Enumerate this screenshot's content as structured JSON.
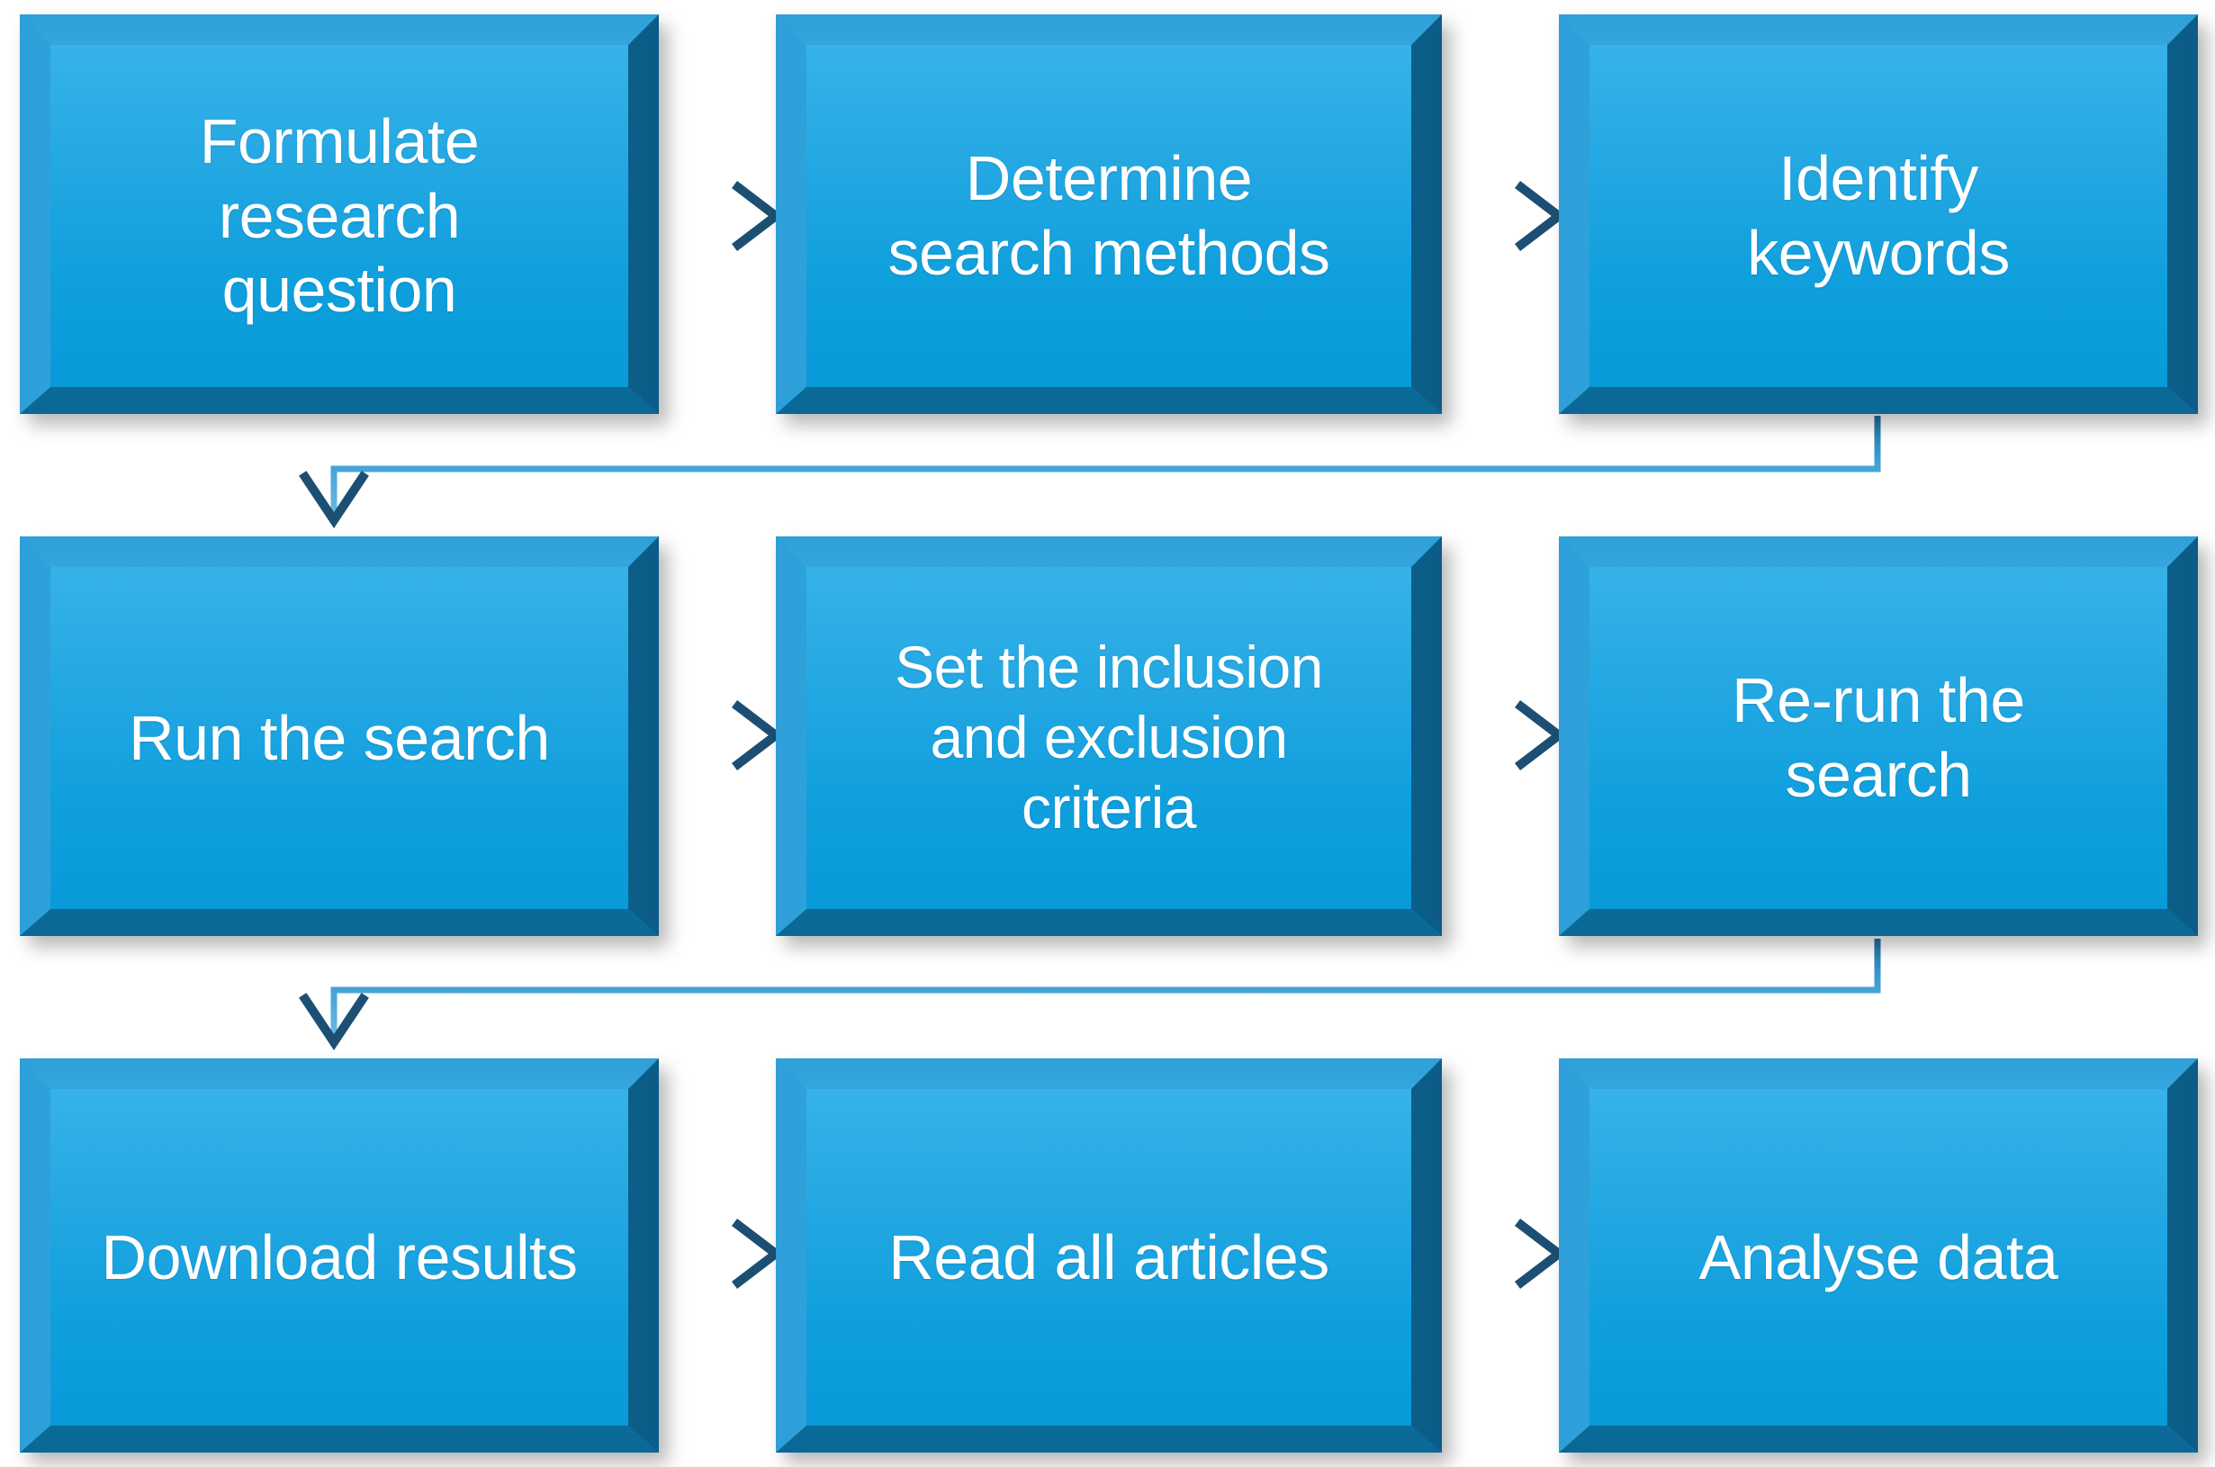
{
  "diagram": {
    "title": "Literature search process flowchart",
    "background_color": "#ffffff",
    "node_face_color": "#15a3de",
    "node_top_bevel_color": "#66d6fb",
    "node_bottom_bevel_color": "#0b6896",
    "node_text_color": "#ffffff",
    "connector_color": "#2e8bc0",
    "arrowhead_color": "#1c4f73",
    "rows": 3,
    "columns": 3
  },
  "nodes": [
    {
      "id": "formulate-research-question",
      "label": "Formulate\nresearch\nquestion",
      "row": 1,
      "column": 1
    },
    {
      "id": "determine-search-methods",
      "label": "Determine\nsearch methods",
      "row": 1,
      "column": 2
    },
    {
      "id": "identify-keywords",
      "label": "Identify\nkeywords",
      "row": 1,
      "column": 3
    },
    {
      "id": "run-the-search",
      "label": "Run the search",
      "row": 2,
      "column": 1
    },
    {
      "id": "set-inclusion-exclusion-criteria",
      "label": "Set the inclusion\nand exclusion\ncriteria",
      "row": 2,
      "column": 2
    },
    {
      "id": "re-run-the-search",
      "label": "Re-run the\nsearch",
      "row": 2,
      "column": 3
    },
    {
      "id": "download-results",
      "label": "Download results",
      "row": 3,
      "column": 1
    },
    {
      "id": "read-all-articles",
      "label": "Read all articles",
      "row": 3,
      "column": 2
    },
    {
      "id": "analyse-data",
      "label": "Analyse data",
      "row": 3,
      "column": 3
    }
  ],
  "connectors": [
    {
      "id": "formulate-to-determine",
      "from": "formulate-research-question",
      "to": "determine-search-methods",
      "style": "straight-right"
    },
    {
      "id": "determine-to-identify",
      "from": "determine-search-methods",
      "to": "identify-keywords",
      "style": "straight-right"
    },
    {
      "id": "identify-to-run",
      "from": "identify-keywords",
      "to": "run-the-search",
      "style": "elbow-wrap-down"
    },
    {
      "id": "run-to-criteria",
      "from": "run-the-search",
      "to": "set-inclusion-exclusion-criteria",
      "style": "straight-right"
    },
    {
      "id": "criteria-to-rerun",
      "from": "set-inclusion-exclusion-criteria",
      "to": "re-run-the-search",
      "style": "straight-right"
    },
    {
      "id": "rerun-to-download",
      "from": "re-run-the-search",
      "to": "download-results",
      "style": "elbow-wrap-down"
    },
    {
      "id": "download-to-read",
      "from": "download-results",
      "to": "read-all-articles",
      "style": "straight-right"
    },
    {
      "id": "read-to-analyse",
      "from": "read-all-articles",
      "to": "analyse-data",
      "style": "straight-right"
    }
  ]
}
